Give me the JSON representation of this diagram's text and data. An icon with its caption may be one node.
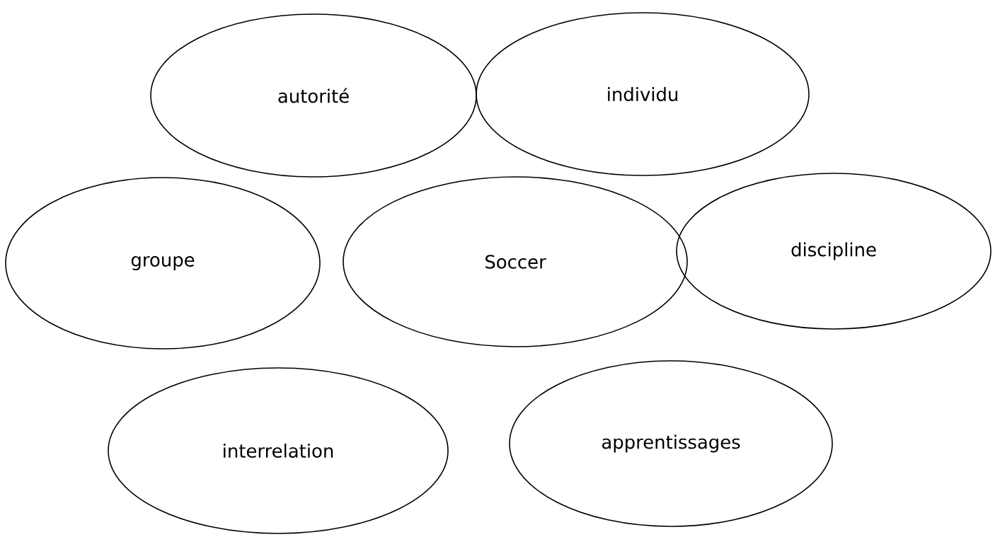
{
  "diagram": {
    "nodes": [
      {
        "text": [
          "autorité"
        ]
      },
      {
        "text": [
          "individu"
        ]
      },
      {
        "text": [
          "groupe"
        ]
      },
      {
        "text": [
          "Soccer"
        ]
      },
      {
        "text": [
          "discipline"
        ]
      },
      {
        "text": [
          "interrelation"
        ]
      },
      {
        "text": [
          "apprentissages"
        ]
      }
    ]
  }
}
